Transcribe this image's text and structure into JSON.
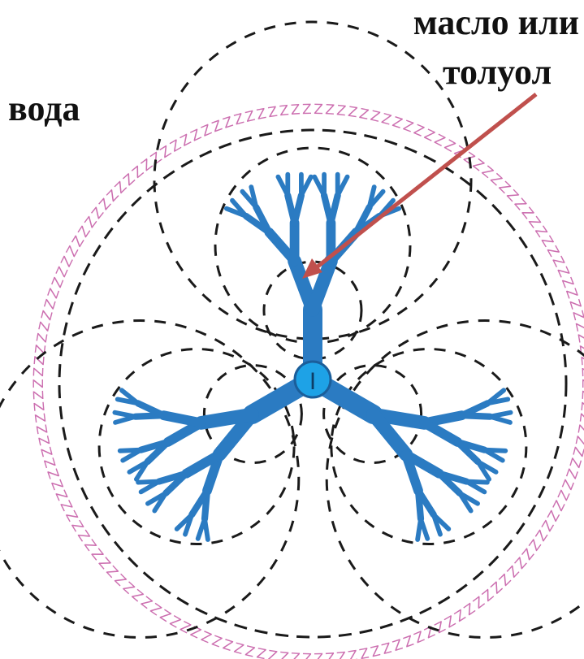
{
  "labels": {
    "oil_line1": "масло или",
    "oil_line2": "толуол",
    "water": "вода"
  },
  "core_label": "I",
  "colors": {
    "branch": "#2b7bc2",
    "core": "#1ea2e6",
    "shell": "#cc6fb0",
    "dashed": "#1a1a1a",
    "arrow": "#c0504d"
  }
}
